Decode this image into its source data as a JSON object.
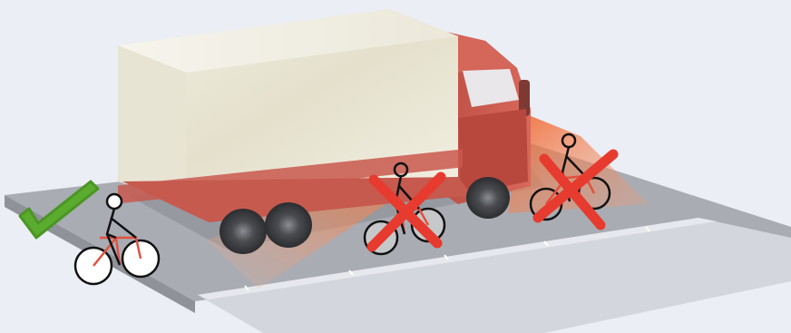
{
  "scene": {
    "description_free": true,
    "colors": {
      "background": "#eceef5",
      "road": "#a9acb3",
      "road_edge": "#8f9299",
      "sidewalk": "#d3d6dd",
      "truck_cab": "#c9584d",
      "truck_box": "#eeeadb",
      "blind_spot": "#f0642a",
      "check": "#5aab2e",
      "cross": "#e63b2e",
      "bike_frame": "#e0523f"
    },
    "cyclists": [
      {
        "zone": "safe",
        "marker": "check-icon"
      },
      {
        "zone": "blind-spot-side",
        "marker": "cross-icon"
      },
      {
        "zone": "blind-spot-front",
        "marker": "cross-icon"
      }
    ]
  }
}
